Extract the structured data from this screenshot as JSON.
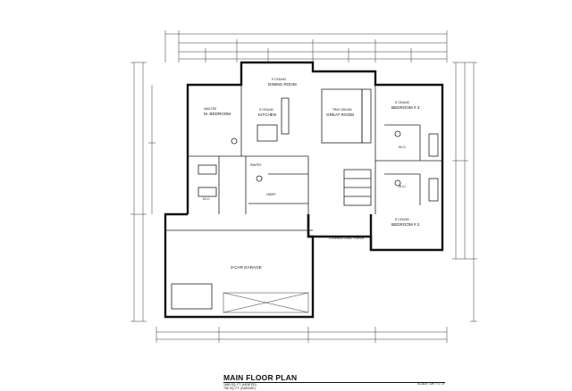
{
  "rooms": {
    "dining": "DINING ROOM",
    "kitchen": "KITCHEN",
    "great_room": "GREAT ROOM",
    "master_bedroom": "M. BEDROOM",
    "master_wic": "M.I.C.",
    "bedroom2": "BEDROOM # 2",
    "bedroom3": "BEDROOM # 3",
    "wic2": "W.I.C.",
    "wic3": "W.I.C.",
    "laundry": "LNDRY",
    "pantry": "PANTRY",
    "garage": "3-CAR GARAGE",
    "porch": "COVERED CONC. PORCH",
    "vaulted": "VAULTED",
    "tray_ceiling": "TRAY CEILING",
    "ceiling_9": "9' CEILING",
    "ceiling_8": "8' CEILING"
  },
  "title_block": {
    "title": "MAIN FLOOR PLAN",
    "line1": "1680 SQ. FT. (HEATED)",
    "line2": "756 SQ. FT. (GARAGE)",
    "scale": "SCALE: 1/8\" = 1'-0\""
  }
}
